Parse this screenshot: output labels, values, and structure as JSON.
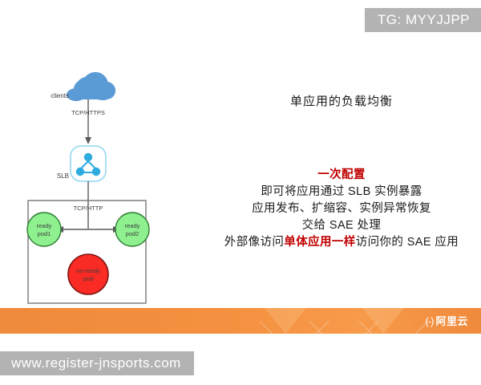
{
  "watermarks": {
    "top_right": "TG: MYYJJPP",
    "bottom_left": "www.register-jnsports.com"
  },
  "diagram": {
    "client_icon": "cloud-icon",
    "client_label": "clients",
    "edge_top_label": "TCP/HTTPS",
    "slb_icon": "load-balancer-icon",
    "slb_label": "SLB",
    "edge_bottom_label": "TCP/HTTP",
    "pods": [
      {
        "name": "ready pod1",
        "line1": "ready",
        "line2": "pod1",
        "state": "ready",
        "color": "#8ef08e",
        "stroke": "#2e7d32"
      },
      {
        "name": "ready pod2",
        "line1": "ready",
        "line2": "pod2",
        "state": "ready",
        "color": "#8ef08e",
        "stroke": "#2e7d32"
      },
      {
        "name": "no-ready pod",
        "line1": "no-ready",
        "line2": "pod",
        "state": "not-ready",
        "color": "#f92b24",
        "stroke": "#7c1410"
      }
    ],
    "colors": {
      "cloud": "#5b9bd5",
      "slb_accent": "#2eabdf",
      "slb_border": "#9fdcf2",
      "container_border": "#7f7f7f",
      "connector": "#595959"
    }
  },
  "copy": {
    "title": "单应用的负载均衡",
    "lines": [
      {
        "prefix": "",
        "accent": "一次配置",
        "suffix": ""
      },
      {
        "prefix": "即可将应用通过 SLB 实例暴露",
        "accent": "",
        "suffix": ""
      },
      {
        "prefix": "应用发布、扩缩容、实例异常恢复",
        "accent": "",
        "suffix": ""
      },
      {
        "prefix": "交给 SAE 处理",
        "accent": "",
        "suffix": ""
      },
      {
        "prefix": "外部像访问",
        "accent": "单体应用一样",
        "suffix": "访问你的 SAE 应用"
      }
    ]
  },
  "footer": {
    "logo_mark": "(-)",
    "logo_text": "阿里云",
    "accent_color": "#f08a3c"
  }
}
